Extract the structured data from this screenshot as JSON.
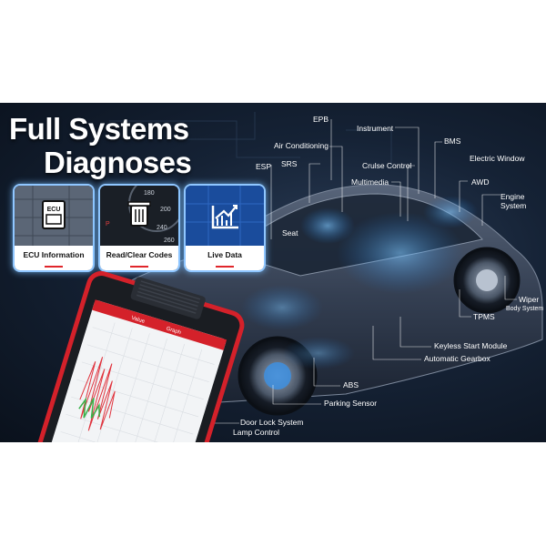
{
  "headline": {
    "line1": "Full Systems",
    "line2": "Diagnoses"
  },
  "cards": [
    {
      "caption": "ECU Information",
      "icon": "ecu-chip-icon",
      "icon_text": "ECU"
    },
    {
      "caption": "Read/Clear Codes",
      "icon": "trash-icon"
    },
    {
      "caption": "Live Data",
      "icon": "chart-growth-icon"
    }
  ],
  "labels": {
    "epb": "EPB",
    "instrument": "Instrument",
    "bms": "BMS",
    "air_conditioning": "Air Conditioning",
    "electric_window": "Electric Window",
    "esp": "ESP",
    "srs": "SRS",
    "cruise_control": "Crulse Control",
    "multimedia": "Multimedia",
    "awd": "AWD",
    "engine": "Engine",
    "system": "System",
    "seat": "Seat",
    "wiper": "Wiper",
    "body_system": "Body System",
    "tpms": "TPMS",
    "keyless": "Keyless Start Module",
    "gearbox": "Automatic Gearbox",
    "abs": "ABS",
    "parking": "Parking Sensor",
    "door_lock": "Door Lock System",
    "lamp": "Lamp Control"
  },
  "tablet": {
    "tab_left": "Value",
    "tab_right": "Graph"
  },
  "colors": {
    "accent_red": "#d4212a",
    "glow_blue": "#4aa8ff",
    "background": "#0d1724"
  }
}
